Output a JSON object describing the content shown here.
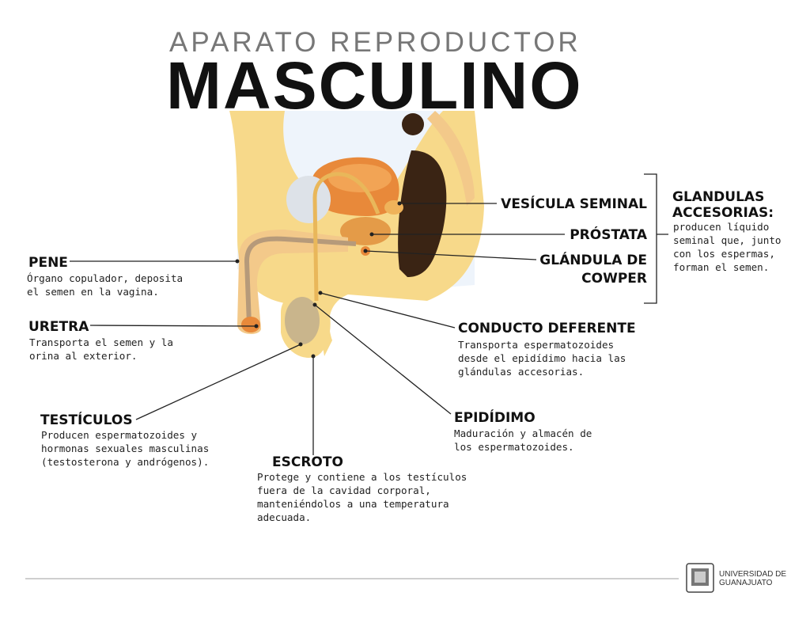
{
  "title": {
    "line1": "APARATO REPRODUCTOR",
    "line2": "MASCULINO"
  },
  "labels": {
    "pene": {
      "name": "PENE",
      "desc": [
        "Órgano copulador, deposita",
        "el semen en la vagina."
      ]
    },
    "uretra": {
      "name": "URETRA",
      "desc": [
        "Transporta el semen y la",
        "orina al exterior."
      ]
    },
    "testiculos": {
      "name": "TESTÍCULOS",
      "desc": [
        "Producen espermatozoides y",
        "hormonas sexuales masculinas",
        "(testosterona y andrógenos)."
      ]
    },
    "escroto": {
      "name": "ESCROTO",
      "desc": [
        "Protege y contiene a los testículos",
        "fuera de la cavidad corporal,",
        "manteniéndolos a una temperatura",
        "adecuada."
      ]
    },
    "epididimo": {
      "name": "EPIDÍDIMO",
      "desc": [
        "Maduración y almacén de",
        "los espermatozoides."
      ]
    },
    "conducto": {
      "name": "CONDUCTO DEFERENTE",
      "desc": [
        "Transporta espermatozoides",
        "desde el epidídimo hacia las",
        "glándulas accesorias."
      ]
    },
    "vesicula": {
      "name": "VESÍCULA SEMINAL"
    },
    "prostata": {
      "name": "PRÓSTATA"
    },
    "cowper": {
      "name_line1": "GLÁNDULA DE",
      "name_line2": "COWPER"
    },
    "glandulas": {
      "name_line1": "GLANDULAS",
      "name_line2": "ACCESORIAS:",
      "desc": [
        "producen líquido",
        "seminal que, junto",
        "con los espermas,",
        "forman el semen."
      ]
    }
  },
  "footer": {
    "institution_line1": "UNIVERSIDAD DE",
    "institution_line2": "GUANAJUATO"
  },
  "colors": {
    "skin": "#f7d98a",
    "skin_light": "#fbe7ad",
    "bladder": "#e8893a",
    "rectum": "#3a2414",
    "testis": "#c9b58c",
    "leader": "#222222"
  }
}
